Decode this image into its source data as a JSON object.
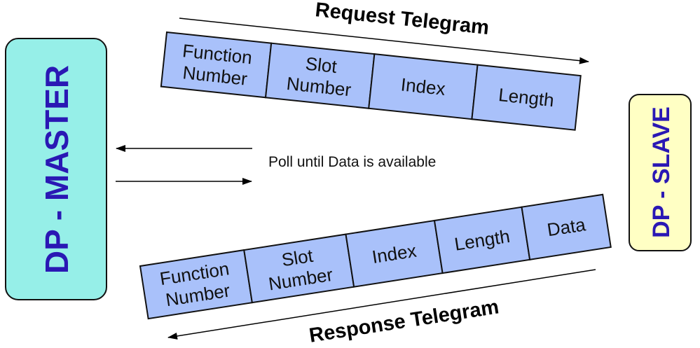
{
  "master": {
    "label": "DP - MASTER",
    "fill": "#96efe8"
  },
  "slave": {
    "label": "DP - SLAVE",
    "fill": "#ffffc4"
  },
  "request": {
    "title": "Request Telegram",
    "cells": [
      [
        "Function",
        "Number"
      ],
      [
        "Slot",
        "Number"
      ],
      [
        "Index"
      ],
      [
        "Length"
      ]
    ]
  },
  "response": {
    "title": "Response Telegram",
    "cells": [
      [
        "Function",
        "Number"
      ],
      [
        "Slot",
        "Number"
      ],
      [
        "Index"
      ],
      [
        "Length"
      ],
      [
        "Data"
      ]
    ]
  },
  "poll": {
    "label": "Poll until Data is available"
  },
  "colors": {
    "cell": "#a9c1fa",
    "entity_text": "#2a18b4"
  }
}
